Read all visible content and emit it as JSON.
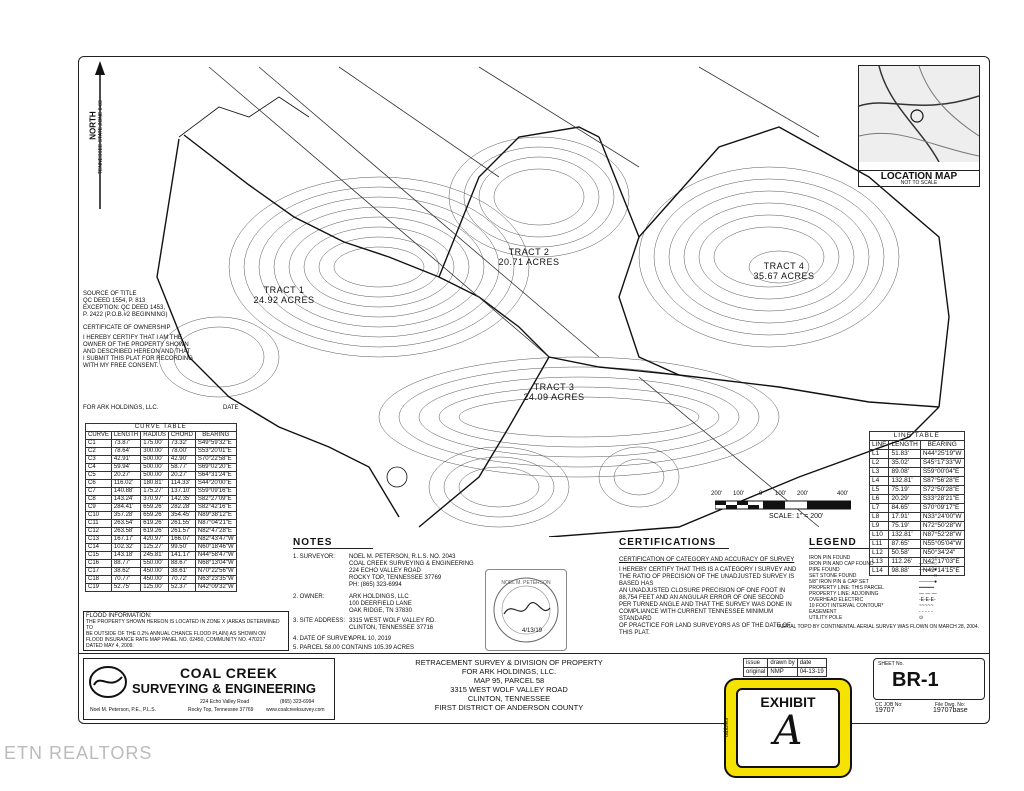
{
  "north": {
    "label": "NORTH",
    "zone": "TENNESSEE STATE ZONE 8-83"
  },
  "location_map": {
    "title": "LOCATION MAP",
    "subtitle": "NOT TO SCALE"
  },
  "tracts": [
    {
      "name": "TRACT 1",
      "area": "24.92 ACRES"
    },
    {
      "name": "TRACT 2",
      "area": "20.71 ACRES"
    },
    {
      "name": "TRACT 3",
      "area": "24.09 ACRES"
    },
    {
      "name": "TRACT 4",
      "area": "35.67 ACRES"
    }
  ],
  "source": [
    "SOURCE OF TITLE",
    "QC DEED 1554, P. 813",
    "EXCEPTION: QC DEED 1453,",
    "P. 2422 (P.O.B.#2 BEGINNING)"
  ],
  "certificate_ownership": {
    "title": "CERTIFICATE OF OWNERSHIP",
    "lines": [
      "I HEREBY CERTIFY THAT I AM THE",
      "OWNER OF THE PROPERTY SHOWN",
      "AND DESCRIBED HEREON AND THAT",
      "I SUBMIT THIS PLAT FOR RECORDING",
      "WITH MY FREE CONSENT."
    ],
    "signer": "FOR ARK HOLDINGS, LLC.",
    "date_label": "DATE"
  },
  "curve_table": {
    "title": "CURVE TABLE",
    "headers": [
      "CURVE",
      "LENGTH",
      "RADIUS",
      "CHORD",
      "BEARING"
    ],
    "rows": [
      [
        "C1",
        "73.87'",
        "175.00'",
        "73.32'",
        "S49°59'32\"E"
      ],
      [
        "C2",
        "78.64'",
        "300.00'",
        "78.00'",
        "S53°20'01\"E"
      ],
      [
        "C3",
        "42.91'",
        "500.00'",
        "42.90'",
        "S70°22'58\"E"
      ],
      [
        "C4",
        "59.94'",
        "500.00'",
        "58.77'",
        "S69°02'20\"E"
      ],
      [
        "C5",
        "20.27'",
        "500.00'",
        "20.27'",
        "S64°31'24\"E"
      ],
      [
        "C6",
        "116.02'",
        "180.81'",
        "114.33'",
        "S44°20'00\"E"
      ],
      [
        "C7",
        "140.88'",
        "175.27'",
        "137.10'",
        "S59°09'16\"E"
      ],
      [
        "C8",
        "143.24'",
        "370.97'",
        "142.35'",
        "S82°27'09\"E"
      ],
      [
        "C9",
        "284.41'",
        "659.26'",
        "282.28'",
        "S82°42'16\"E"
      ],
      [
        "C10",
        "357.28'",
        "659.26'",
        "354.45'",
        "N89°38'12\"E"
      ],
      [
        "C11",
        "263.54'",
        "619.26'",
        "261.55'",
        "N87°04'21\"E"
      ],
      [
        "C12",
        "263.58'",
        "619.26'",
        "261.57'",
        "N82°47'28\"E"
      ],
      [
        "C13",
        "167.17'",
        "420.97'",
        "166.07'",
        "N82°43'47\"W"
      ],
      [
        "C14",
        "102.32'",
        "125.27'",
        "99.50'",
        "N60°18'46\"W"
      ],
      [
        "C15",
        "143.18'",
        "245.81'",
        "141.17'",
        "N44°58'47\"W"
      ],
      [
        "C16",
        "88.77'",
        "550.00'",
        "88.67'",
        "N68°13'04\"W"
      ],
      [
        "C17",
        "38.62'",
        "450.00'",
        "38.61'",
        "N70°22'56\"W"
      ],
      [
        "C18",
        "70.77'",
        "450.00'",
        "70.72'",
        "N63°23'35\"W"
      ],
      [
        "C19",
        "52.75'",
        "125.00'",
        "52.37'",
        "N42°09'32\"W"
      ]
    ]
  },
  "line_table": {
    "title": "LINE TABLE",
    "headers": [
      "LINE",
      "LENGTH",
      "BEARING"
    ],
    "rows": [
      [
        "L1",
        "51.83'",
        "N44°25'19\"W"
      ],
      [
        "L2",
        "35.02'",
        "S45°17'33\"W"
      ],
      [
        "L3",
        "89.08'",
        "S59°00'04\"E"
      ],
      [
        "L4",
        "132.81'",
        "S87°56'28\"E"
      ],
      [
        "L5",
        "75.19'",
        "S72°50'28\"E"
      ],
      [
        "L6",
        "20.29'",
        "S33°28'21\"E"
      ],
      [
        "L7",
        "84.65'",
        "S70°09'17\"E"
      ],
      [
        "L8",
        "17.91'",
        "N33°24'00\"W"
      ],
      [
        "L9",
        "75.19'",
        "N72°50'28\"W"
      ],
      [
        "L10",
        "132.81'",
        "N87°52'28\"W"
      ],
      [
        "L11",
        "87.65'",
        "N55°05'04\"W"
      ],
      [
        "L12",
        "50.58'",
        "N50°34'24\""
      ],
      [
        "L13",
        "112.26'",
        "N42°17'03\"E"
      ],
      [
        "L14",
        "98.88'",
        "N42°14'15\"E"
      ]
    ]
  },
  "scale": {
    "ticks": [
      "200'",
      "100'",
      "0",
      "100'",
      "200'",
      "400'"
    ],
    "label": "SCALE: 1\" = 200'"
  },
  "flood": {
    "title": "FLOOD INFORMATION:",
    "lines": [
      "THE PROPERTY SHOWN HEREON IS LOCATED IN ZONE X (AREAS DETERMINED TO",
      "BE OUTSIDE OF THE 0.2% ANNUAL CHANCE FLOOD PLAIN) AS SHOWN ON",
      "FLOOD INSURANCE RATE MAP PANEL NO. 02450, COMMUNITY NO. 470217",
      "DATED MAY 4, 2009."
    ]
  },
  "notes": {
    "title": "NOTES",
    "items": [
      {
        "label": "1. SURVEYOR:",
        "lines": [
          "NOEL M. PETERSON, R.L.S. NO. 2043",
          "COAL CREEK SURVEYING & ENGINEERING",
          "224 ECHO VALLEY ROAD",
          "ROCKY TOP, TENNESSEE 37769",
          "PH: (865) 323-6994"
        ]
      },
      {
        "label": "2. OWNER:",
        "lines": [
          "ARK HOLDINGS, LLC",
          "100 DEERFIELD LANE",
          "OAK RIDGE, TN 37830"
        ]
      },
      {
        "label": "3. SITE ADDRESS:",
        "lines": [
          "3315 WEST WOLF VALLEY RD.",
          "CLINTON, TENNESSEE 37716"
        ]
      },
      {
        "label": "4. DATE OF SURVEY:",
        "lines": [
          "APRIL 10, 2019"
        ]
      },
      {
        "label": "5. PARCEL 58.00 CONTAINS 105.39 ACRES",
        "lines": []
      }
    ]
  },
  "seal": {
    "name": "NOEL M. PETERSON",
    "date": "4/13/19"
  },
  "certifications": {
    "title": "CERTIFICATIONS",
    "subtitle": "CERTIFICATION OF CATEGORY AND ACCURACY OF SURVEY",
    "lines": [
      "I HEREBY CERTIFY THAT THIS IS A CATEGORY I SURVEY AND",
      "THE RATIO OF PRECISION OF THE UNADJUSTED SURVEY IS BASED HAS",
      "AN UNADJUSTED CLOSURE PRECISION OF ONE FOOT IN",
      "88,754 FEET AND AN ANGULAR ERROR OF ONE SECOND",
      "PER TURNED ANGLE AND THAT THE SURVEY WAS DONE IN",
      "COMPLIANCE WITH CURRENT TENNESSEE MINIMUM STANDARD",
      "OF PRACTICE FOR LAND SURVEYORS AS OF THE DATE OF",
      "THIS PLAT."
    ]
  },
  "legend": {
    "title": "LEGEND",
    "items": [
      "IRON PIN FOUND",
      "IRON PIN AND CAP FOUND",
      "PIPE FOUND",
      "SET STONE FOUND",
      "5/8\" IRON PIN & CAP SET",
      "PROPERTY LINE: THIS PARCEL",
      "PROPERTY LINE: ADJOINING",
      "OVERHEAD ELECTRIC",
      "10 FOOT INTERVAL CONTOUR*",
      "EASEMENT",
      "UTILITY POLE"
    ],
    "footnote": "*AERIAL TOPO BY CONTINENTAL AERIAL SURVEY WAS FLOWN ON MARCH 28, 2004."
  },
  "company": {
    "name1": "COAL CREEK",
    "name2": "SURVEYING & ENGINEERING",
    "addr1": "224 Echo Valley Road",
    "addr2": "Rocky Top, Tennessee 37769",
    "phone": "(865) 323-6994",
    "web": "www.coalcreeksurvey.com",
    "person": "Noel M. Peterson, P.E., P.L.S."
  },
  "title_block": {
    "lines": [
      "RETRACEMENT SURVEY & DIVISION OF PROPERTY",
      "FOR ARK HOLDINGS, LLC.",
      "MAP 95, PARCEL 58",
      "3315 WEST WOLF VALLEY ROAD",
      "CLINTON, TENNESSEE",
      "FIRST DISTRICT OF ANDERSON COUNTY"
    ],
    "issue_headers": [
      "issue",
      "drawn by",
      "date"
    ],
    "issue_values": [
      "original",
      "NMP",
      "04-13-19"
    ],
    "sheet_label": "SHEET No.",
    "sheet_no": "BR-1",
    "job_label": "CC JOB No:",
    "job_value": "19707",
    "file_label": "File Dwg. No:",
    "file_value": "19707base"
  },
  "exhibit": {
    "label": "EXHIBIT",
    "letter": "A",
    "brand": "tabbies"
  },
  "watermark": "ETN REALTORS"
}
